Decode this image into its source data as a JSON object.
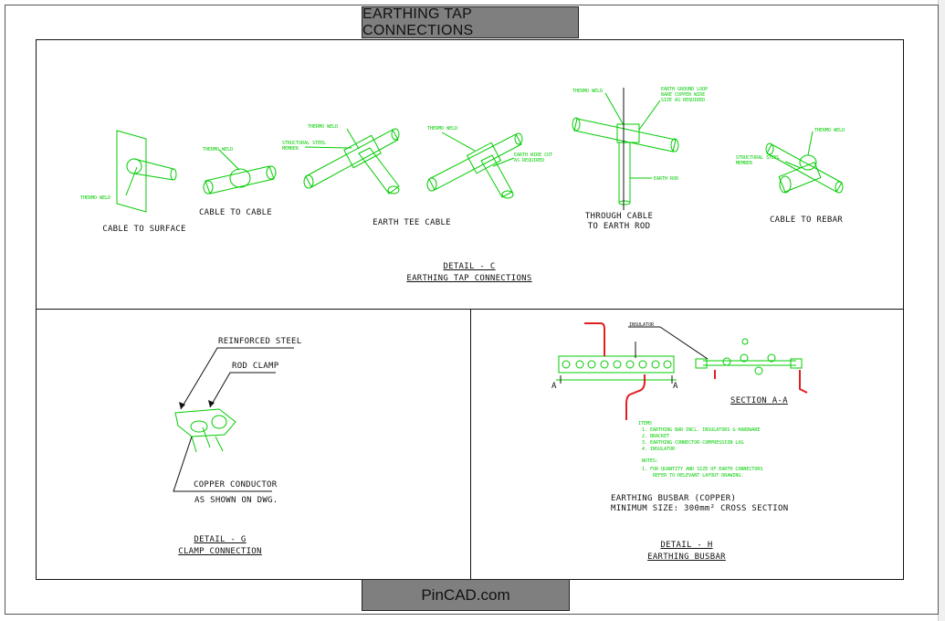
{
  "title": "EARTHING TAP CONNECTIONS",
  "footer": "PinCAD.com",
  "detail_c": {
    "items": [
      {
        "label": "CABLE TO SURFACE",
        "note": "THERMO WELD"
      },
      {
        "label": "CABLE TO CABLE",
        "note": "THERMO WELD"
      },
      {
        "label": "EARTH TEE CABLE",
        "notes": [
          "THERMO WELD",
          "STRUCTURAL STEEL MEMBER"
        ]
      },
      {
        "label_note": "",
        "notes": [
          "THERMO WELD",
          "EARTH WIRE CUT AS REQUIRED"
        ]
      },
      {
        "label": [
          "THROUGH CABLE",
          "TO EARTH ROD"
        ],
        "notes": [
          "THERMO WELD",
          "EARTH GROUND LOOP BARE COPPER WIRE SIZE AS REQUIRED",
          "EARTH ROD"
        ]
      },
      {
        "label": "CABLE TO REBAR",
        "notes": [
          "THERMO WELD",
          "STRUCTURAL STEEL MEMBER"
        ]
      }
    ],
    "caption_title": "DETAIL - C",
    "caption_sub": "EARTHING TAP CONNECTIONS"
  },
  "detail_g": {
    "reinforced_steel": "REINFORCED STEEL",
    "rod_clamp": "ROD CLAMP",
    "copper_conductor": "COPPER CONDUCTOR",
    "as_shown": "AS SHOWN ON DWG.",
    "caption_title": "DETAIL - G",
    "caption_sub": "CLAMP CONNECTION"
  },
  "detail_h": {
    "insulator": "INSULATOR",
    "section_a": "A",
    "section_label": "SECTION A-A",
    "items_heading": "ITEMS",
    "items": [
      "1. EARTHING BAR INCL. INSULATORS & HARDWARE",
      "2. BRACKET",
      "3. EARTHING CONNECTOR-COMPRESSION LUG",
      "4. INSULATOR"
    ],
    "notes_heading": "NOTES:",
    "notes": [
      "1.  FOR QUANTITY AND SIZE OF EARTH CONNECTORS",
      "    REFER TO RELEVANT LAYOUT DRAWING."
    ],
    "busbar_line1": "EARTHING BUSBAR (COPPER)",
    "busbar_line2": "MINIMUM SIZE: 300mm² CROSS SECTION",
    "caption_title": "DETAIL - H",
    "caption_sub": "EARTHING BUSBAR"
  },
  "colors": {
    "cad_green": "#00cc00",
    "cad_red": "#e02020",
    "title_bg": "#7f7f7f"
  }
}
